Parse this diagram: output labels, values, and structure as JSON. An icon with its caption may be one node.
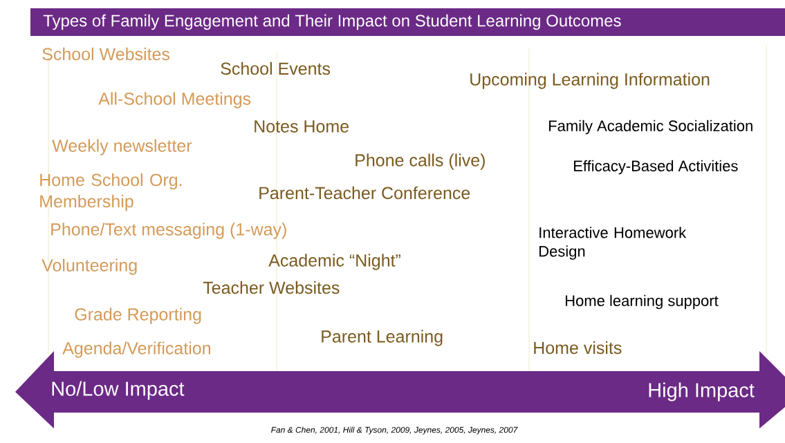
{
  "diagram": {
    "title": "Types of Family Engagement and Their Impact on Student Learning Outcomes",
    "caption": "Fan & Chen, 2001, Hill & Tyson, 2009, Jeynes, 2005, Jeynes, 2007",
    "labels": [
      "School Websites",
      "School Events",
      "Upcoming Learning Information",
      "All-School Meetings",
      "Notes Home",
      "Family Academic Socialization",
      "Weekly newsletter",
      "Phone calls (live)",
      "Efficacy-Based Activities",
      "Home School Org. Membership",
      "Parent-Teacher Conference",
      "Phone/Text messaging (1-way)",
      "Interactive Homework Design",
      "Volunteering",
      "Academic “Night”",
      "Teacher Websites",
      "Home learning support",
      "Grade Reporting",
      "Parent Learning",
      "Agenda/Verification",
      "Home visits",
      "No/Low Impact",
      "High Impact"
    ]
  }
}
